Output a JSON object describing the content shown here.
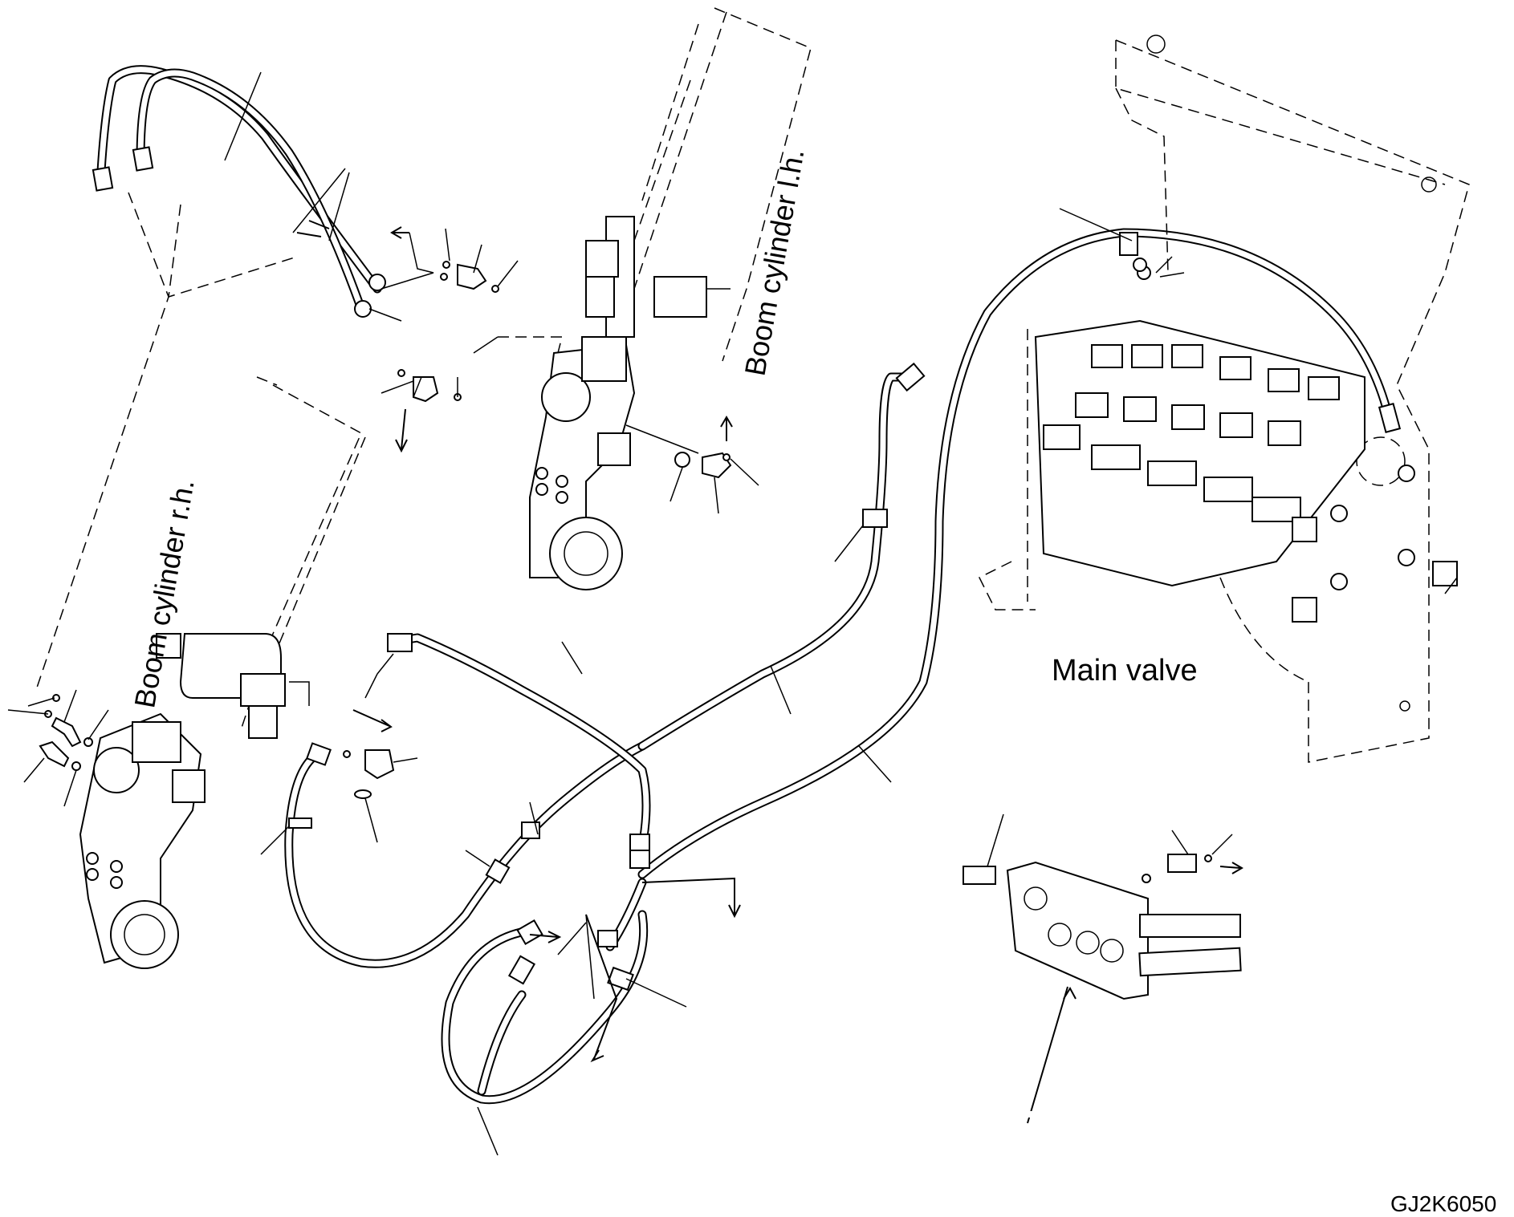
{
  "labels": {
    "boom_cylinder_rh": "Boom cylinder r.h.",
    "boom_cylinder_lh": "Boom cylinder l.h.",
    "main_valve": "Main valve",
    "drawing_id": "GJ2K6050"
  }
}
